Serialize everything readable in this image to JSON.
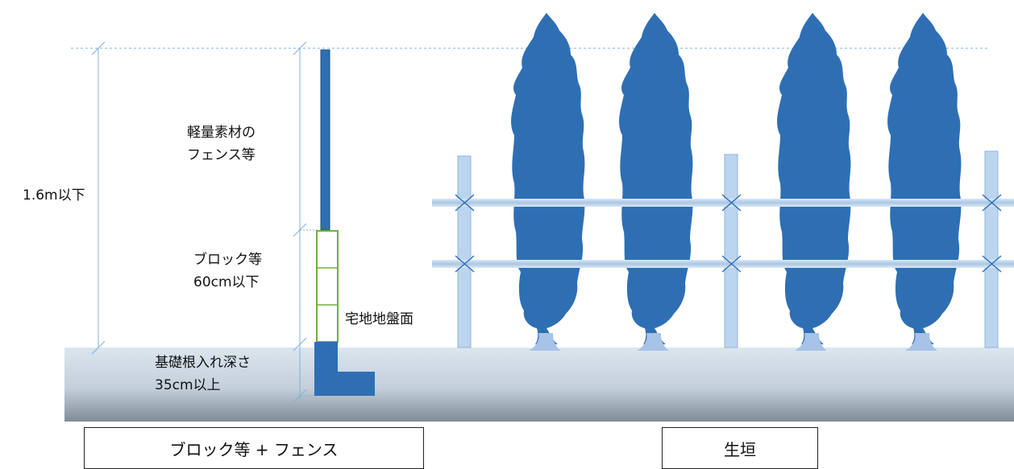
{
  "labels": {
    "height_limit": "1.6m以下",
    "fence_material_line1": "軽量素材の",
    "fence_material_line2": "フェンス等",
    "block_line1": "ブロック等",
    "block_line2": "60cm以下",
    "ground_surface": "宅地地盤面",
    "foundation_line1": "基礎根入れ深さ",
    "foundation_line2": "35cm以上"
  },
  "captions": {
    "left": "ブロック等 + フェンス",
    "right": "生垣"
  },
  "colors": {
    "tree": "#2e6fb4",
    "fence_post": "#bcd5ee",
    "fence_post_edge": "#8fb3db",
    "rail": "#c8dcf0",
    "ground_top": "#dbe6ef",
    "ground_bottom": "#7f8c97",
    "block_outline": "#70ad47",
    "foundation": "#2e6fb4",
    "dimension_line": "#5b9bd5"
  }
}
